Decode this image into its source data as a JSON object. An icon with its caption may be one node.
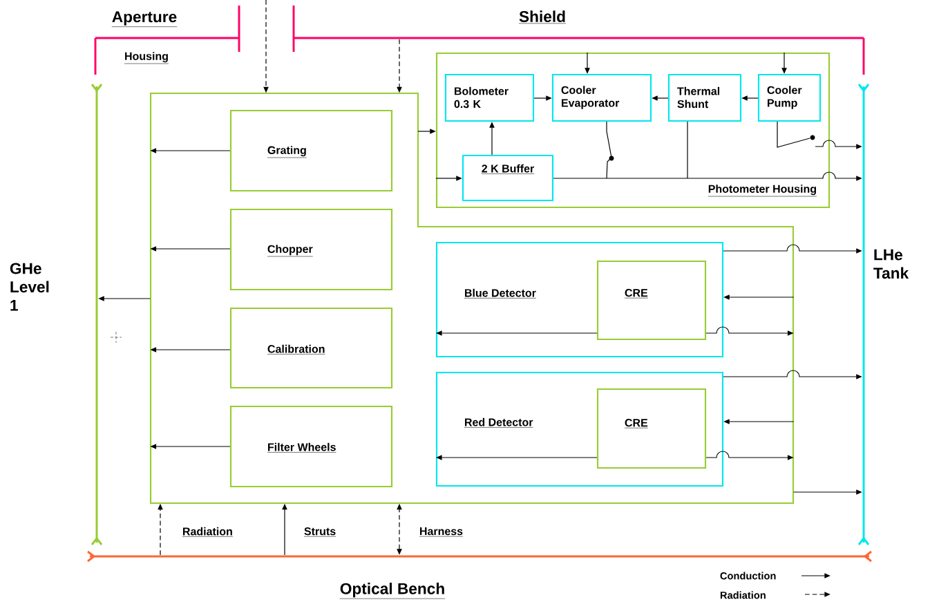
{
  "diagram": {
    "nodes": [
      {
        "text": [
          "Aperture",
          "Housing"
        ]
      },
      {
        "text": [
          "Shield"
        ]
      },
      {
        "text": [
          "GHe Level 1"
        ]
      },
      {
        "text": [
          "LHe Tank"
        ]
      },
      {
        "text": [
          "Optical Bench"
        ]
      },
      {
        "text": [
          "Photometer Housing"
        ]
      },
      {
        "text": [
          "Bolometer 0.3 K"
        ],
        "in": 5
      },
      {
        "text": [
          "Cooler Evaporator"
        ],
        "in": 5
      },
      {
        "text": [
          "Thermal Shunt"
        ],
        "in": 5
      },
      {
        "text": [
          "Cooler Pump"
        ],
        "in": 5
      },
      {
        "text": [
          "2 K Buffer"
        ],
        "in": 5
      },
      {
        "text": [],
        "shape": "box"
      },
      {
        "text": [
          "Grating"
        ],
        "in": 11
      },
      {
        "text": [
          "Chopper"
        ],
        "in": 11
      },
      {
        "text": [
          "Calibration"
        ],
        "in": 11
      },
      {
        "text": [
          "Filter Wheels"
        ],
        "in": 11
      },
      {
        "text": [
          "Blue Detector"
        ],
        "in": 11
      },
      {
        "text": [
          "CRE"
        ],
        "in": 16
      },
      {
        "text": [
          "Red Detector"
        ],
        "in": 11
      },
      {
        "text": [
          "CRE"
        ],
        "in": 18
      }
    ],
    "edges": [
      {
        "from": null,
        "to": 11,
        "arrow": "to",
        "style": "dashed"
      },
      {
        "from": 1,
        "to": 11,
        "arrow": "to",
        "style": "dashed"
      },
      {
        "from": 5,
        "to": 7,
        "arrow": "to"
      },
      {
        "from": 5,
        "to": 9,
        "arrow": "to"
      },
      {
        "from": 6,
        "to": 7,
        "arrow": "to"
      },
      {
        "from": 8,
        "to": 7,
        "arrow": "to"
      },
      {
        "from": 9,
        "to": 8,
        "arrow": "to"
      },
      {
        "from": 10,
        "to": 6,
        "arrow": "to"
      },
      {
        "from": 11,
        "to": 5,
        "arrow": "to"
      },
      {
        "from": 5,
        "to": 10,
        "arrow": "to"
      },
      {
        "from": 10,
        "to": 3,
        "arrow": "to"
      },
      {
        "from": 7,
        "to": 3,
        "arrow": "to"
      },
      {
        "from": 8,
        "to": 3,
        "arrow": "to"
      },
      {
        "from": 9,
        "to": 3,
        "arrow": "to"
      },
      {
        "from": 12,
        "to": 11,
        "arrow": "to"
      },
      {
        "from": 13,
        "to": 11,
        "arrow": "to"
      },
      {
        "from": 14,
        "to": 11,
        "arrow": "to"
      },
      {
        "from": 15,
        "to": 11,
        "arrow": "to"
      },
      {
        "from": 11,
        "to": 2,
        "arrow": "to"
      },
      {
        "from": 16,
        "to": 3,
        "arrow": "to"
      },
      {
        "from": 11,
        "to": 16,
        "arrow": "to"
      },
      {
        "from": 17,
        "to": 16,
        "arrow": "to"
      },
      {
        "from": 17,
        "to": 11,
        "arrow": "to"
      },
      {
        "from": 18,
        "to": 3,
        "arrow": "to"
      },
      {
        "from": 11,
        "to": 18,
        "arrow": "to"
      },
      {
        "from": 19,
        "to": 18,
        "arrow": "to"
      },
      {
        "from": 19,
        "to": 11,
        "arrow": "to"
      },
      {
        "from": 11,
        "to": 3,
        "arrow": "to"
      },
      {
        "from": 4,
        "to": 11,
        "arrow": "to",
        "style": "dashed",
        "label": "Radiation"
      },
      {
        "from": 4,
        "to": 11,
        "arrow": "to",
        "label": "Struts"
      },
      {
        "from": 4,
        "to": 11,
        "arrow": "both",
        "style": "dashed",
        "label": "Harness"
      }
    ],
    "legend": [
      {
        "text": "Conduction"
      },
      {
        "text": "Radiation"
      }
    ]
  }
}
